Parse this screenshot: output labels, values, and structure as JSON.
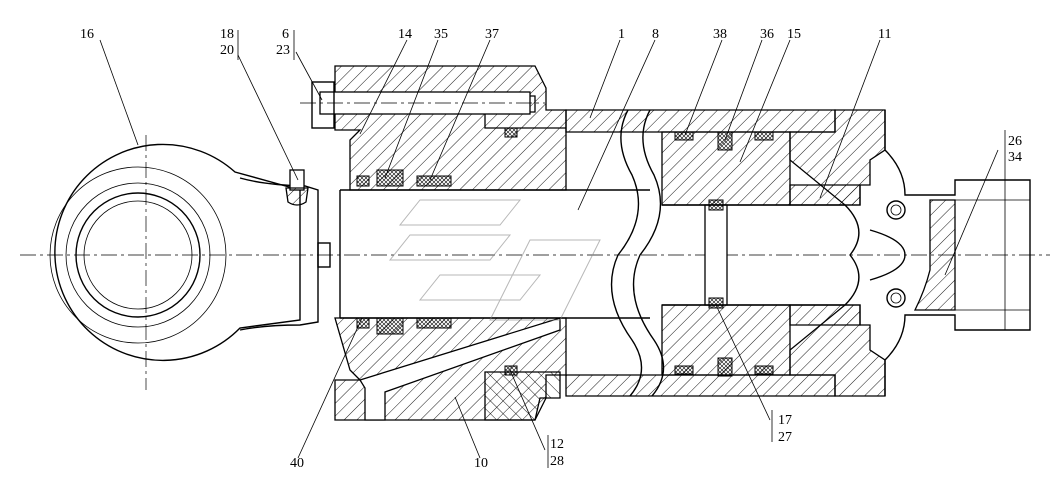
{
  "labels": [
    {
      "id": "16",
      "text": "16"
    },
    {
      "id": "18-20",
      "text": "18",
      "sub": "20"
    },
    {
      "id": "6-23",
      "text": "6",
      "sub": "23"
    },
    {
      "id": "14",
      "text": "14"
    },
    {
      "id": "35",
      "text": "35"
    },
    {
      "id": "37",
      "text": "37"
    },
    {
      "id": "1",
      "text": "1"
    },
    {
      "id": "8",
      "text": "8"
    },
    {
      "id": "38",
      "text": "38"
    },
    {
      "id": "36",
      "text": "36"
    },
    {
      "id": "15",
      "text": "15"
    },
    {
      "id": "11",
      "text": "11"
    },
    {
      "id": "26-34",
      "text": "26",
      "sub": "34"
    },
    {
      "id": "40",
      "text": "40"
    },
    {
      "id": "10",
      "text": "10"
    },
    {
      "id": "12-28",
      "text": "12",
      "sub": "28"
    },
    {
      "id": "17-27",
      "text": "17",
      "sub": "27"
    }
  ]
}
